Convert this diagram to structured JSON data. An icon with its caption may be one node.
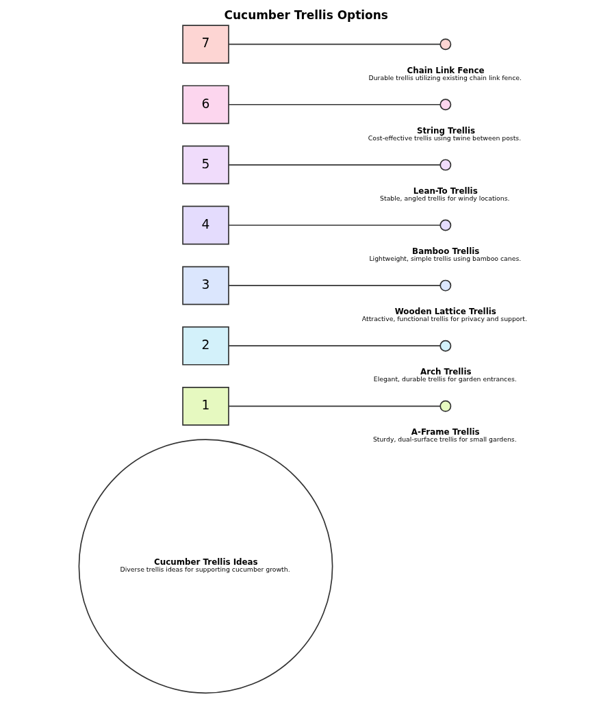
{
  "diagram": {
    "title": "Cucumber Trellis Options",
    "nodes": [
      {
        "text": [
          "Cucumber Trellis Ideas",
          "Diverse trellis ideas for supporting cucumber growth."
        ]
      },
      {
        "text": [
          "1"
        ]
      },
      {
        "text": [
          "2"
        ]
      },
      {
        "text": [
          "3"
        ]
      },
      {
        "text": [
          "4"
        ]
      },
      {
        "text": [
          "5"
        ]
      },
      {
        "text": [
          "6"
        ]
      },
      {
        "text": [
          "7"
        ]
      },
      {
        "text": [],
        "shape": "circle",
        "beside": [
          "A-Frame Trellis",
          "Sturdy, dual-surface trellis for small gardens."
        ]
      },
      {
        "text": [],
        "shape": "circle",
        "beside": [
          "Arch Trellis",
          "Elegant, durable trellis for garden entrances."
        ]
      },
      {
        "text": [],
        "shape": "circle",
        "beside": [
          "Wooden Lattice Trellis",
          "Attractive, functional trellis for privacy and support."
        ]
      },
      {
        "text": [],
        "shape": "circle",
        "beside": [
          "Bamboo Trellis",
          "Lightweight, simple trellis using bamboo canes."
        ]
      },
      {
        "text": [],
        "shape": "circle",
        "beside": [
          "Lean-To Trellis",
          "Stable, angled trellis for windy locations."
        ]
      },
      {
        "text": [],
        "shape": "circle",
        "beside": [
          "String Trellis",
          "Cost-effective trellis using twine between posts."
        ]
      },
      {
        "text": [],
        "shape": "circle",
        "beside": [
          "Chain Link Fence",
          "Durable trellis utilizing existing chain link fence."
        ]
      }
    ],
    "edges": [
      {
        "from": 1,
        "to": 8,
        "arrow": "none"
      },
      {
        "from": 2,
        "to": 9,
        "arrow": "none"
      },
      {
        "from": 3,
        "to": 10,
        "arrow": "none"
      },
      {
        "from": 4,
        "to": 11,
        "arrow": "none"
      },
      {
        "from": 5,
        "to": 12,
        "arrow": "none"
      },
      {
        "from": 6,
        "to": 13,
        "arrow": "none"
      },
      {
        "from": 7,
        "to": 14,
        "arrow": "none"
      }
    ]
  }
}
